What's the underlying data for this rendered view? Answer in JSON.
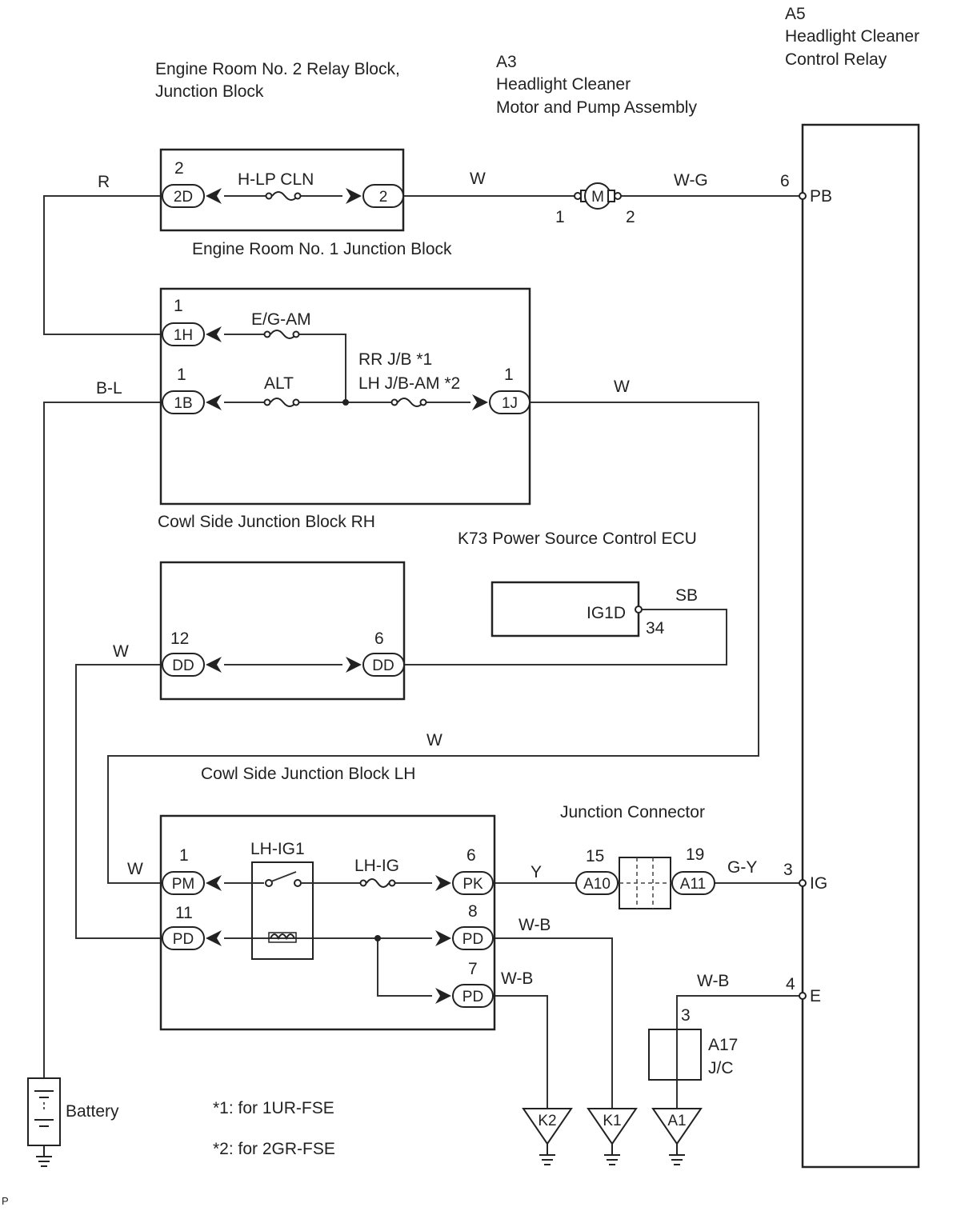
{
  "components": {
    "er2_block": "Engine Room No. 2 Relay Block, Junction Block",
    "er2_block_line1": "Engine Room No. 2 Relay Block,",
    "er2_block_line2": "Junction Block",
    "motor_code": "A3",
    "motor_line1": "Headlight Cleaner",
    "motor_line2": "Motor and Pump Assembly",
    "relay_code": "A5",
    "relay_line1": "Headlight Cleaner",
    "relay_line2": "Control Relay",
    "er1_block": "Engine Room No. 1 Junction Block",
    "cowl_rh": "Cowl Side Junction Block RH",
    "ecu": "K73 Power Source Control ECU",
    "cowl_lh": "Cowl Side Junction Block LH",
    "junction_connector": "Junction Connector",
    "jc_code": "A17",
    "jc_label": "J/C",
    "battery": "Battery"
  },
  "fuses": {
    "hlp_cln": "H-LP CLN",
    "eg_am": "E/G-AM",
    "alt": "ALT",
    "rr_jb": "RR J/B *1",
    "lh_jb_am": "LH J/B-AM *2",
    "lh_ig1": "LH-IG1",
    "lh_ig": "LH-IG"
  },
  "connectors": {
    "c2d": "2D",
    "c2": "2",
    "c1h": "1H",
    "c1b": "1B",
    "c1j": "1J",
    "cdd12": "DD",
    "cdd6": "DD",
    "cpm": "PM",
    "cpd11": "PD",
    "cpk": "PK",
    "cpd8": "PD",
    "cpd7": "PD",
    "ca10": "A10",
    "ca11": "A11",
    "motor": "M"
  },
  "pins": {
    "p2d": "2",
    "p2": "",
    "pm1": "1",
    "pm2": "2",
    "p6": "6",
    "p1h": "1",
    "p1b": "1",
    "p1j": "1",
    "p34": "34",
    "p12": "12",
    "p6dd": "6",
    "ppm": "1",
    "ppd11": "11",
    "ppk": "6",
    "ppd8": "8",
    "ppd7": "7",
    "pa10": "15",
    "pa11": "19",
    "p3": "3",
    "p4": "4",
    "pjc3": "3"
  },
  "terminals": {
    "pb": "PB",
    "ig": "IG",
    "e": "E",
    "ig1d": "IG1D"
  },
  "wires": {
    "r": "R",
    "w_top": "W",
    "wg": "W-G",
    "bl": "B-L",
    "w_1j": "W",
    "sb": "SB",
    "w_dd": "W",
    "w_mid": "W",
    "w_pm": "W",
    "y": "Y",
    "gy": "G-Y",
    "wb8": "W-B",
    "wb7": "W-B",
    "wb_e": "W-B"
  },
  "grounds": {
    "k2": "K2",
    "k1": "K1",
    "a1": "A1"
  },
  "notes": {
    "n1": "*1: for 1UR-FSE",
    "n2": "*2: for 2GR-FSE",
    "corner": "P"
  }
}
